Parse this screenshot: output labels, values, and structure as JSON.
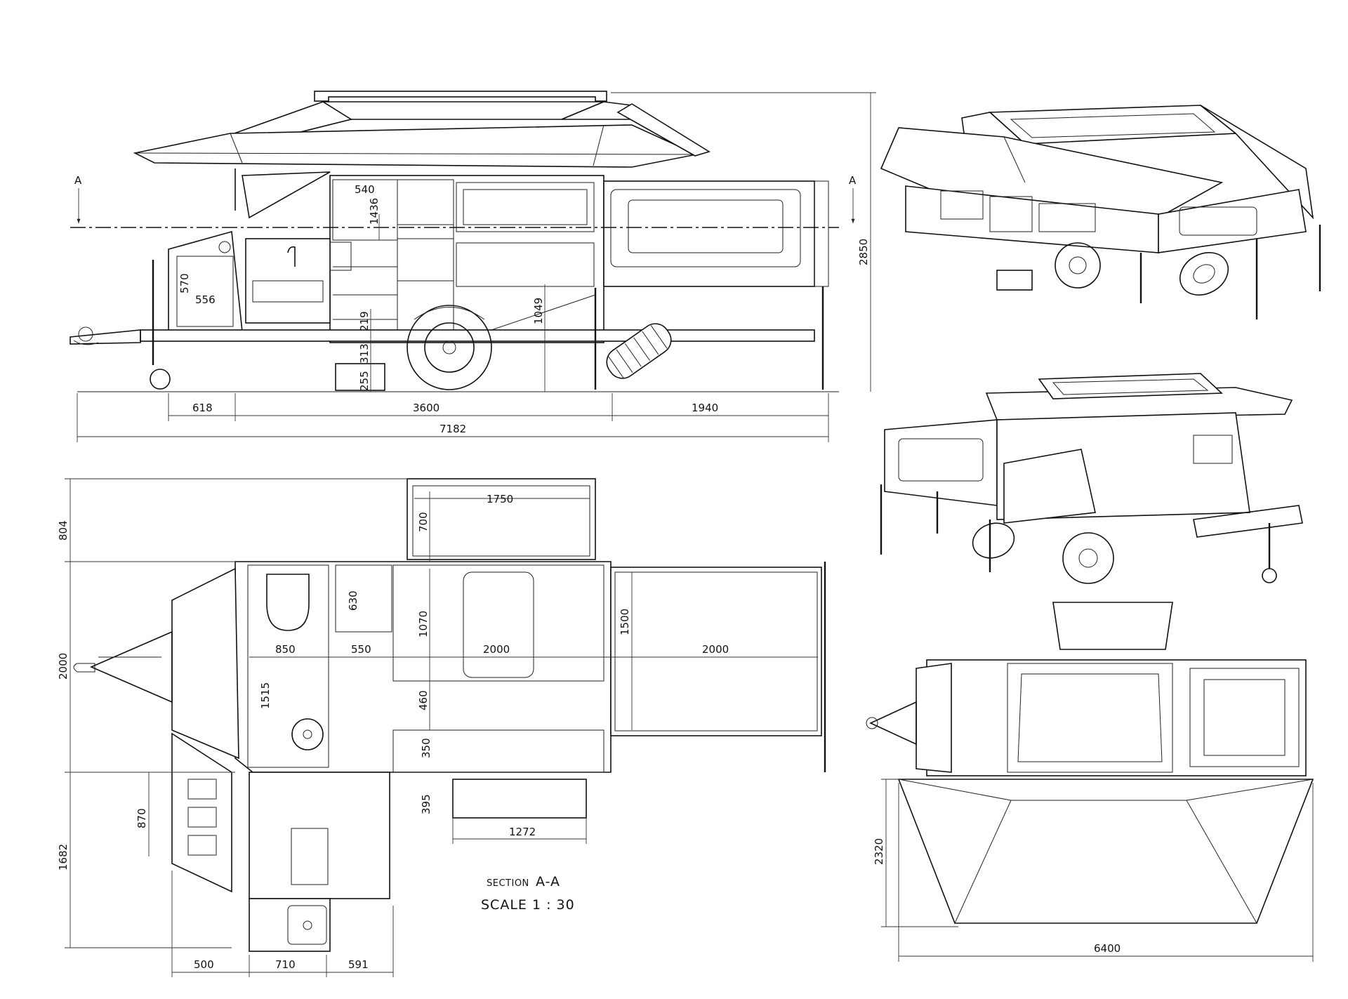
{
  "section": {
    "prefix": "SECTION",
    "name": "A-A",
    "scale": "SCALE 1 : 30",
    "cut_label_left": "A",
    "cut_label_right": "A"
  },
  "side_view_dims": {
    "d540": "540",
    "d1436": "1436",
    "d570": "570",
    "d556": "556",
    "d219": "219",
    "d313": "313",
    "d255": "255",
    "d1049": "1049",
    "d2850": "2850",
    "d618": "618",
    "d3600": "3600",
    "d1940": "1940",
    "d7182": "7182"
  },
  "plan_view_dims": {
    "d804": "804",
    "d2000v": "2000",
    "d1682": "1682",
    "d870": "870",
    "d1750": "1750",
    "d700": "700",
    "d630": "630",
    "d1070": "1070",
    "d460": "460",
    "d1500": "1500",
    "d850": "850",
    "d550": "550",
    "d2000a": "2000",
    "d2000b": "2000",
    "d1515": "1515",
    "d350": "350",
    "d395": "395",
    "d1272": "1272",
    "d500": "500",
    "d710": "710",
    "d591": "591"
  },
  "top_view_dims": {
    "d2320": "2320",
    "d6400": "6400"
  }
}
